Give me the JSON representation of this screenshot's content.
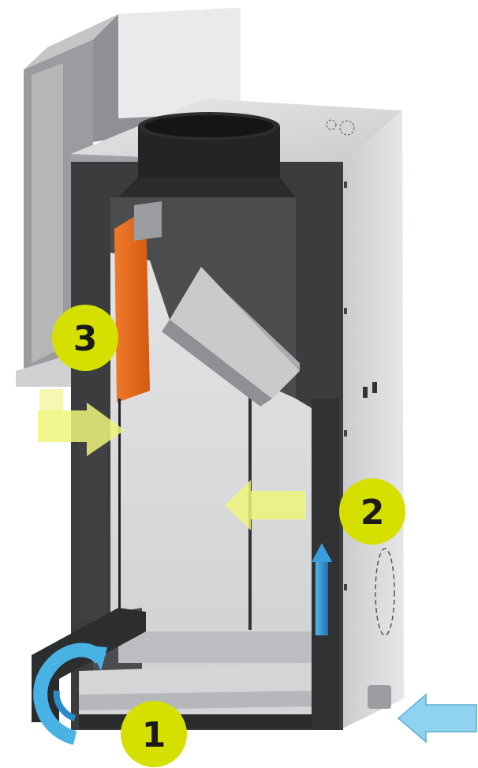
{
  "colors": {
    "badge": "#d6e000",
    "badge_text": "#1a1a1a",
    "frame_dark": "#2f3133",
    "panel_light": "#d9dadc",
    "panel_mid": "#a7a9ac",
    "baffle": "#e2641a",
    "arrow_yellow": "#eef47a",
    "arrow_blue": "#2f8fd0",
    "arrow_lightblue": "#8fd3f0"
  },
  "badges": [
    {
      "id": "badge-1",
      "label": "1"
    },
    {
      "id": "badge-2",
      "label": "2"
    },
    {
      "id": "badge-3",
      "label": "3"
    }
  ],
  "icons": {
    "inlet_arrow": "arrow-left-icon",
    "circulation_arrow": "circular-arrow-icon",
    "up_arrow": "arrow-up-icon",
    "flow_arrow": "arrow-left-icon",
    "outlet_arrow": "arrow-right-icon"
  }
}
